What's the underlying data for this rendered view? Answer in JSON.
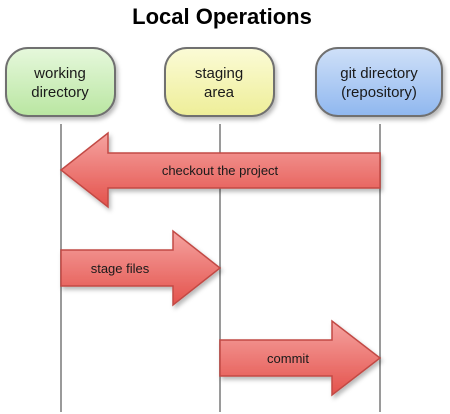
{
  "title": "Local Operations",
  "nodes": {
    "working": {
      "line1": "working",
      "line2": "directory",
      "fill": "#c9eeb6",
      "stroke": "#6f6f6f"
    },
    "staging": {
      "line1": "staging",
      "line2": "area",
      "fill": "#f6f6b0",
      "stroke": "#6f6f6f"
    },
    "git": {
      "line1": "git directory",
      "line2": "(repository)",
      "fill": "#a9c9f3",
      "stroke": "#6f6f6f"
    }
  },
  "arrows": {
    "checkout": {
      "label": "checkout the project",
      "from": "git directory",
      "to": "working directory"
    },
    "stage": {
      "label": "stage files",
      "from": "working directory",
      "to": "staging area"
    },
    "commit": {
      "label": "commit",
      "from": "staging area",
      "to": "git directory"
    }
  },
  "colors": {
    "arrow_fill_top": "#f08a86",
    "arrow_fill_bottom": "#e8504a",
    "arrow_stroke": "#c24a44",
    "lifeline": "#999999"
  }
}
